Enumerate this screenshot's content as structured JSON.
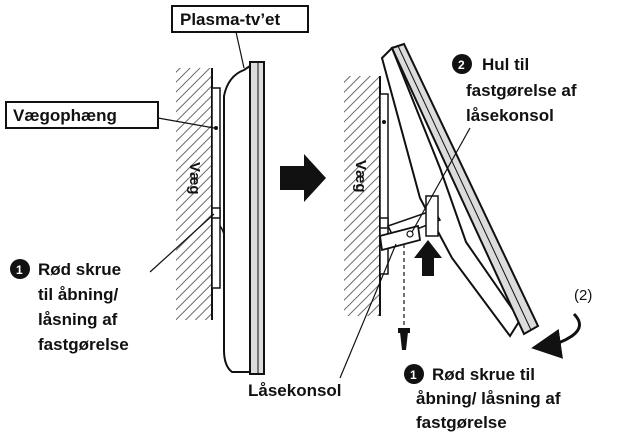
{
  "colors": {
    "ink": "#111111",
    "paper": "#ffffff",
    "wall_hatch": "#6a6a6a",
    "screen_grey": "#dcdcdc"
  },
  "labels": {
    "plasma_tv": "Plasma-tv’et",
    "wall_bracket": "Vægophæng",
    "wall": "Væg",
    "hole_line1": "Hul til",
    "hole_line2": "fastgørelse af",
    "hole_line3": "låsekonsol",
    "red_screw_left_line1": "Rød skrue",
    "red_screw_left_line2": "til åbning/",
    "red_screw_left_line3": "låsning af",
    "red_screw_left_line4": "fastgørelse",
    "lock_bracket": "Låsekonsol",
    "red_screw_right_line1": "Rød skrue til",
    "red_screw_right_line2": "åbning/ låsning af",
    "red_screw_right_line3": "fastgørelse",
    "step_two": "(2)"
  },
  "callouts": {
    "one": "1",
    "two": "2"
  }
}
